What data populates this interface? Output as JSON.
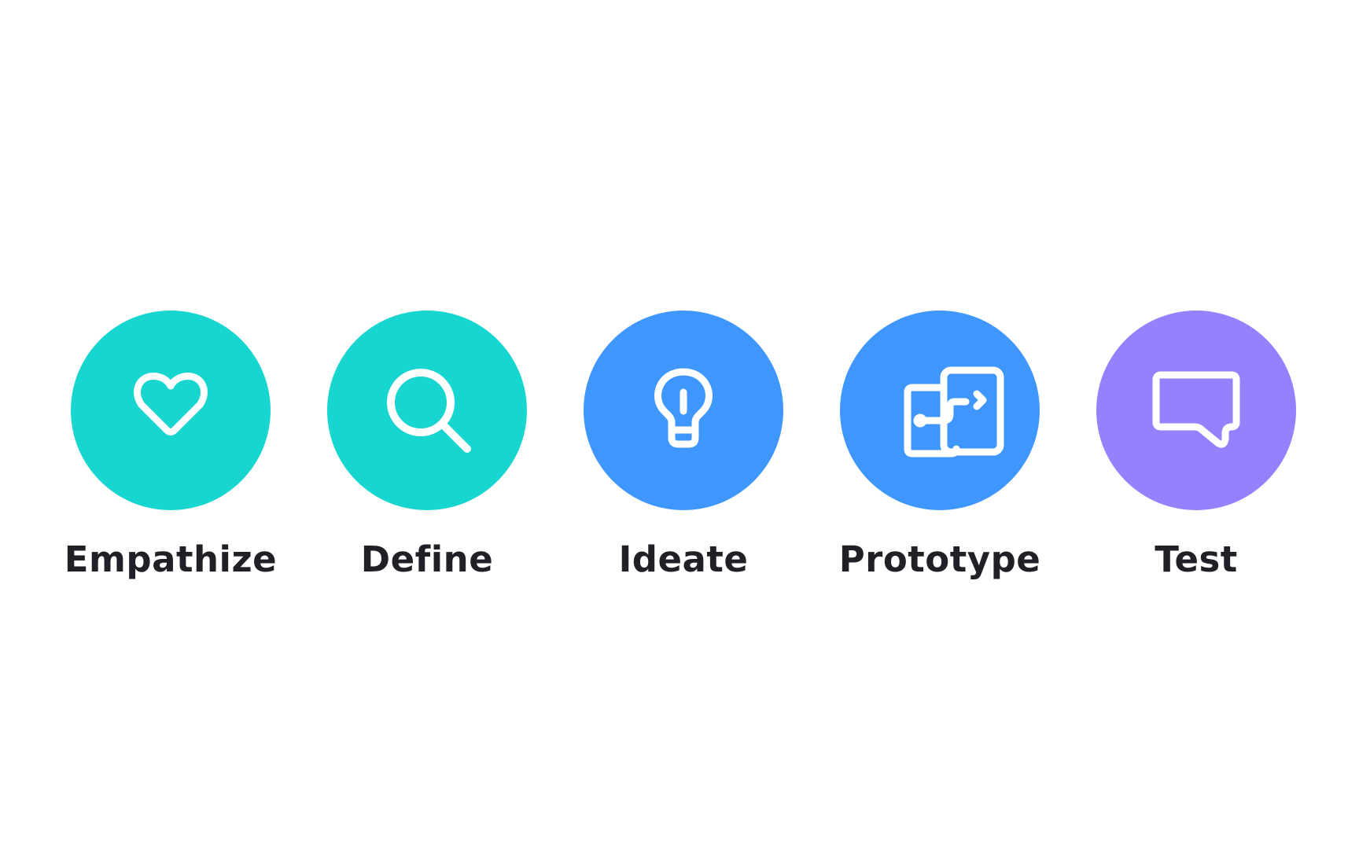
{
  "steps": [
    {
      "label": "Empathize",
      "icon": "heart-icon",
      "color": "#17d6cf"
    },
    {
      "label": "Define",
      "icon": "magnifier-icon",
      "color": "#17d6cf"
    },
    {
      "label": "Ideate",
      "icon": "lightbulb-icon",
      "color": "#3f97fd"
    },
    {
      "label": "Prototype",
      "icon": "prototype-screens-icon",
      "color": "#3f97fd"
    },
    {
      "label": "Test",
      "icon": "speech-bubble-icon",
      "color": "#9580fd"
    }
  ]
}
